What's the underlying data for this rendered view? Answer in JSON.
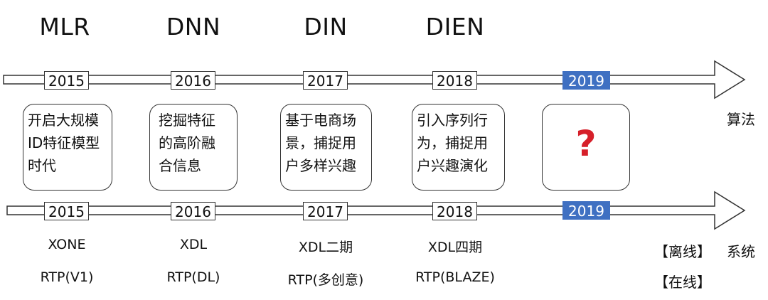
{
  "models": [
    "MLR",
    "DNN",
    "DIN",
    "DIEN"
  ],
  "years": [
    "2015",
    "2016",
    "2017",
    "2018",
    "2019"
  ],
  "highlight_year_color": "#3f70c2",
  "algorithm_cards": [
    "开启大规模\nID特征模型\n时代",
    "挖掘特征\n的高阶融\n合信息",
    "基于电商场\n景，捕捉用\n户多样兴趣",
    "引入序列行\n为，捕捉用\n户兴趣演化",
    "?"
  ],
  "question_color": "#d6202a",
  "labels": {
    "algorithm": "算法",
    "system": "系统",
    "offline": "【离线】",
    "online": "【在线】"
  },
  "offline_systems": [
    "XONE",
    "XDL",
    "XDL二期",
    "XDL四期"
  ],
  "online_systems": [
    "RTP(V1)",
    "RTP(DL)",
    "RTP(多创意)",
    "RTP(BLAZE)"
  ]
}
